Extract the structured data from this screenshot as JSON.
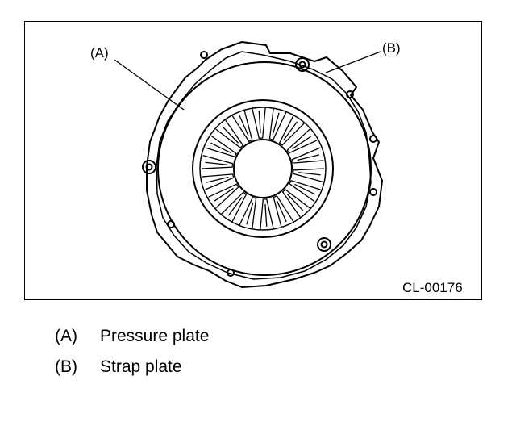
{
  "figure": {
    "code": "CL-00176",
    "callout_a": "(A)",
    "callout_b": "(B)"
  },
  "legend": [
    {
      "key": "(A)",
      "text": "Pressure plate"
    },
    {
      "key": "(B)",
      "text": "Strap plate"
    }
  ],
  "colors": {
    "line": "#000000",
    "background": "#ffffff"
  }
}
